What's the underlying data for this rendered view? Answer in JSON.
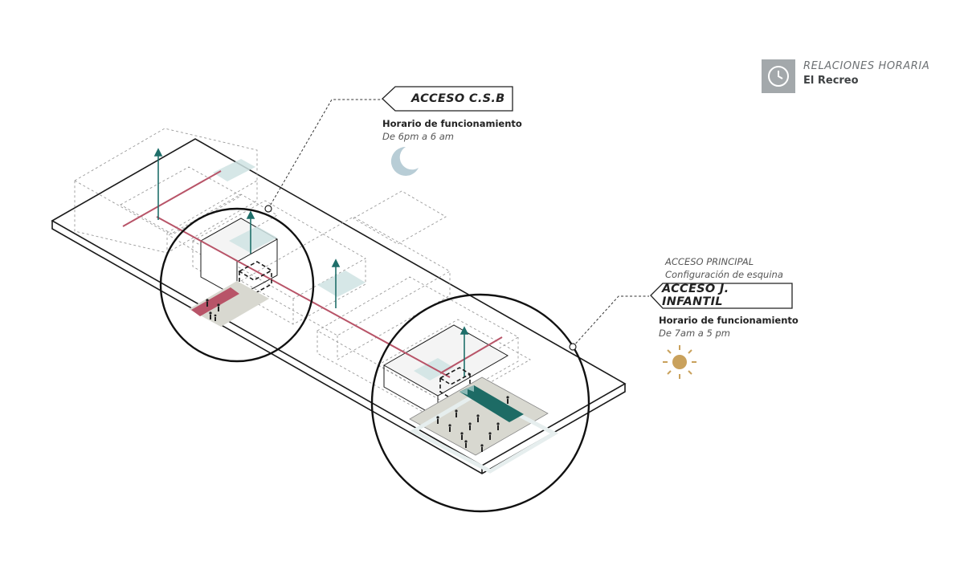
{
  "legend": {
    "icon": "clock-icon",
    "title": "RELACIONES HORARIA",
    "subtitle": "El Recreo",
    "box_color": "#a3a8ab"
  },
  "access_csb": {
    "label": "ACCESO C.S.B",
    "schedule_title": "Horario de funcionamiento",
    "schedule_hours": "De 6pm a 6 am",
    "icon": "moon-icon",
    "icon_color": "#b8cdd6"
  },
  "access_main": {
    "caption": "ACCESO PRINCIPAL",
    "caption_sub": "Configuración de esquina",
    "label": "ACCESO J. INFANTIL",
    "schedule_title": "Horario de funcionamiento",
    "schedule_hours": "De 7am a 5 pm",
    "icon": "sun-icon",
    "icon_color": "#c9a15c"
  },
  "colors": {
    "path_red": "#b85468",
    "path_teal": "#1f6f6a",
    "dark_ramp": "#1d6b65",
    "plaza": "#d8d8d0",
    "glass": "#cfe3e3",
    "outline": "#1a1a1a"
  }
}
